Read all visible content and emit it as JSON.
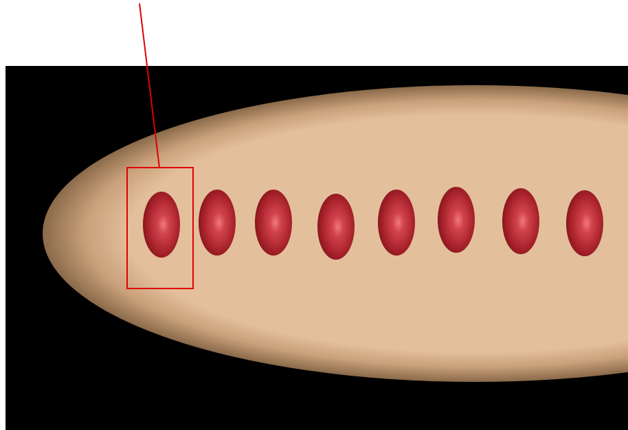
{
  "colors": {
    "page_background": "#ffffff",
    "panel_background": "#000000",
    "body_fill": "#e3bf9b",
    "body_rim": "#8a6a4a",
    "cell_core": "#e8646a",
    "cell_mid": "#b3262f",
    "cell_edge": "#7a1218",
    "annotation": "#e00000"
  },
  "annotation": {
    "highlighted_cell_index": 0
  },
  "cells": [
    {
      "index": 0,
      "icon": "red-blood-cell"
    },
    {
      "index": 1,
      "icon": "red-blood-cell"
    },
    {
      "index": 2,
      "icon": "red-blood-cell"
    },
    {
      "index": 3,
      "icon": "red-blood-cell"
    },
    {
      "index": 4,
      "icon": "red-blood-cell"
    },
    {
      "index": 5,
      "icon": "red-blood-cell"
    },
    {
      "index": 6,
      "icon": "red-blood-cell"
    },
    {
      "index": 7,
      "icon": "red-blood-cell"
    }
  ]
}
